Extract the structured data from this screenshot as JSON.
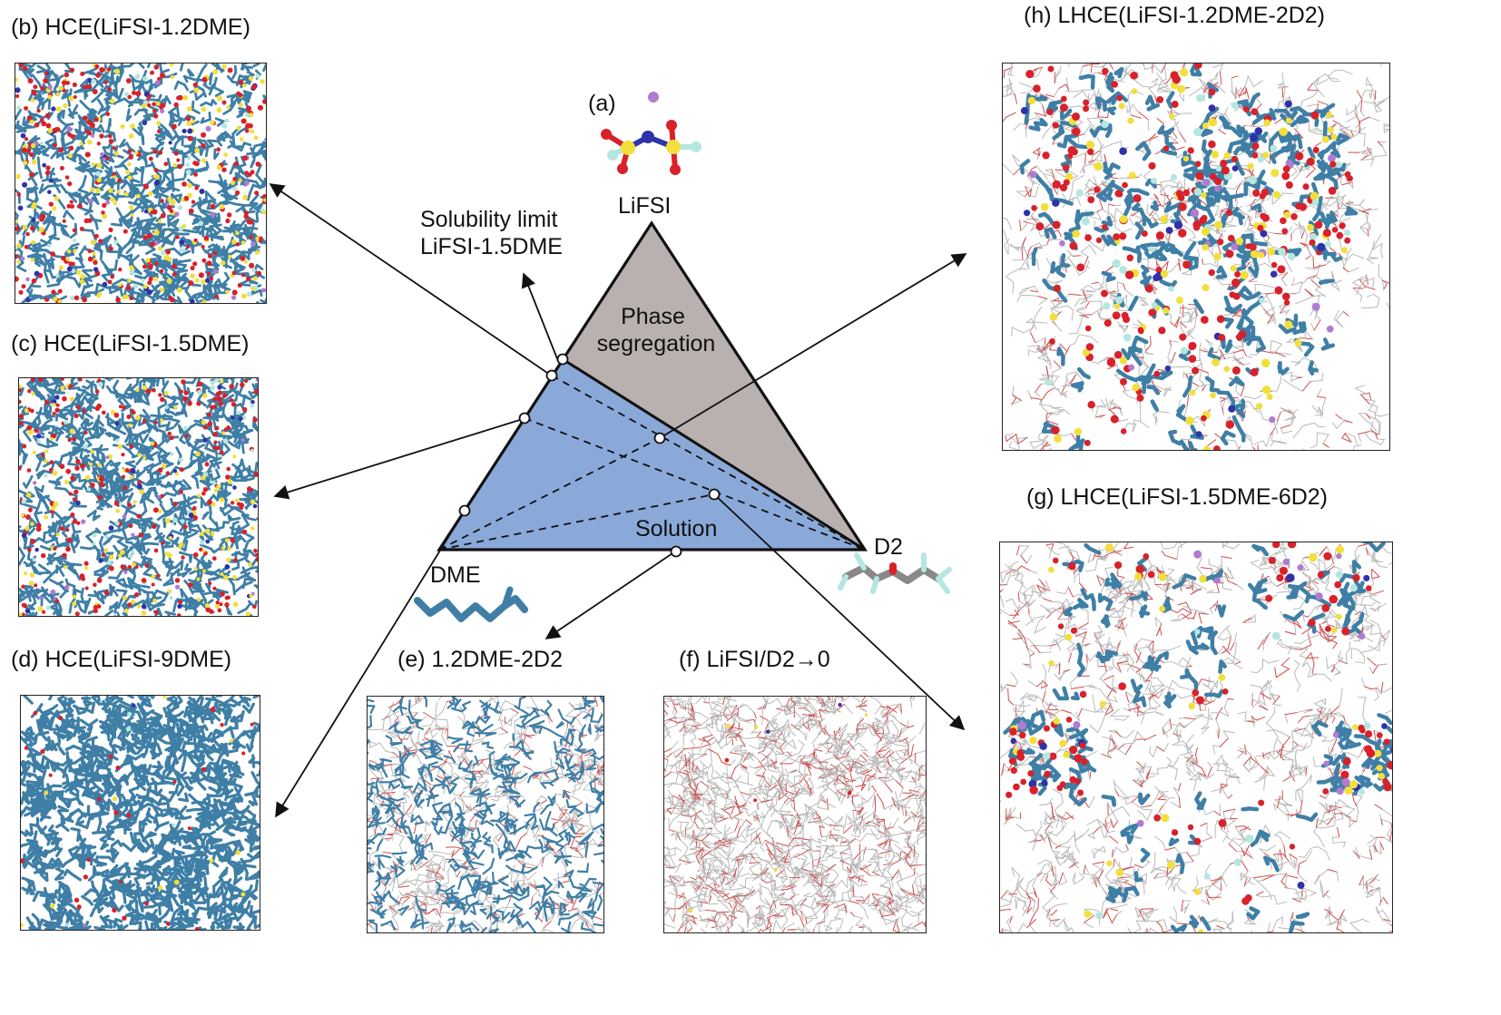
{
  "panels": {
    "a": {
      "label": "(a)",
      "molecule": "LiFSI"
    },
    "b": {
      "label": "(b) HCE(LiFSI-1.2DME)"
    },
    "c": {
      "label": "(c) HCE(LiFSI-1.5DME)"
    },
    "d": {
      "label": "(d) HCE(LiFSI-9DME)"
    },
    "e": {
      "label": "(e) 1.2DME-2D2"
    },
    "f": {
      "label": "(f) LiFSI/D2→0"
    },
    "g": {
      "label": "(g) LHCE(LiFSI-1.5DME-6D2)"
    },
    "h": {
      "label": "(h) LHCE(LiFSI-1.2DME-2D2)"
    }
  },
  "ternary": {
    "vertices": {
      "top": "LiFSI",
      "left": "DME",
      "right": "D2"
    },
    "regions": {
      "upper": "Phase\nsegregation",
      "lower": "Solution"
    },
    "annotation": {
      "line1": "Solubility limit",
      "line2": "LiFSI-1.5DME"
    }
  },
  "colors": {
    "phase_region": "#b9b1b0",
    "solution_region": "#8aa9d9",
    "dme_molecule": "#3f7fa6",
    "fsi_sulfur": "#f2df3c",
    "fsi_oxygen": "#d8212a",
    "fsi_nitrogen": "#2f32a8",
    "fluorine": "#b5e6df",
    "lithium": "#b07bd2",
    "hydrogen": "#c8c8c8"
  }
}
